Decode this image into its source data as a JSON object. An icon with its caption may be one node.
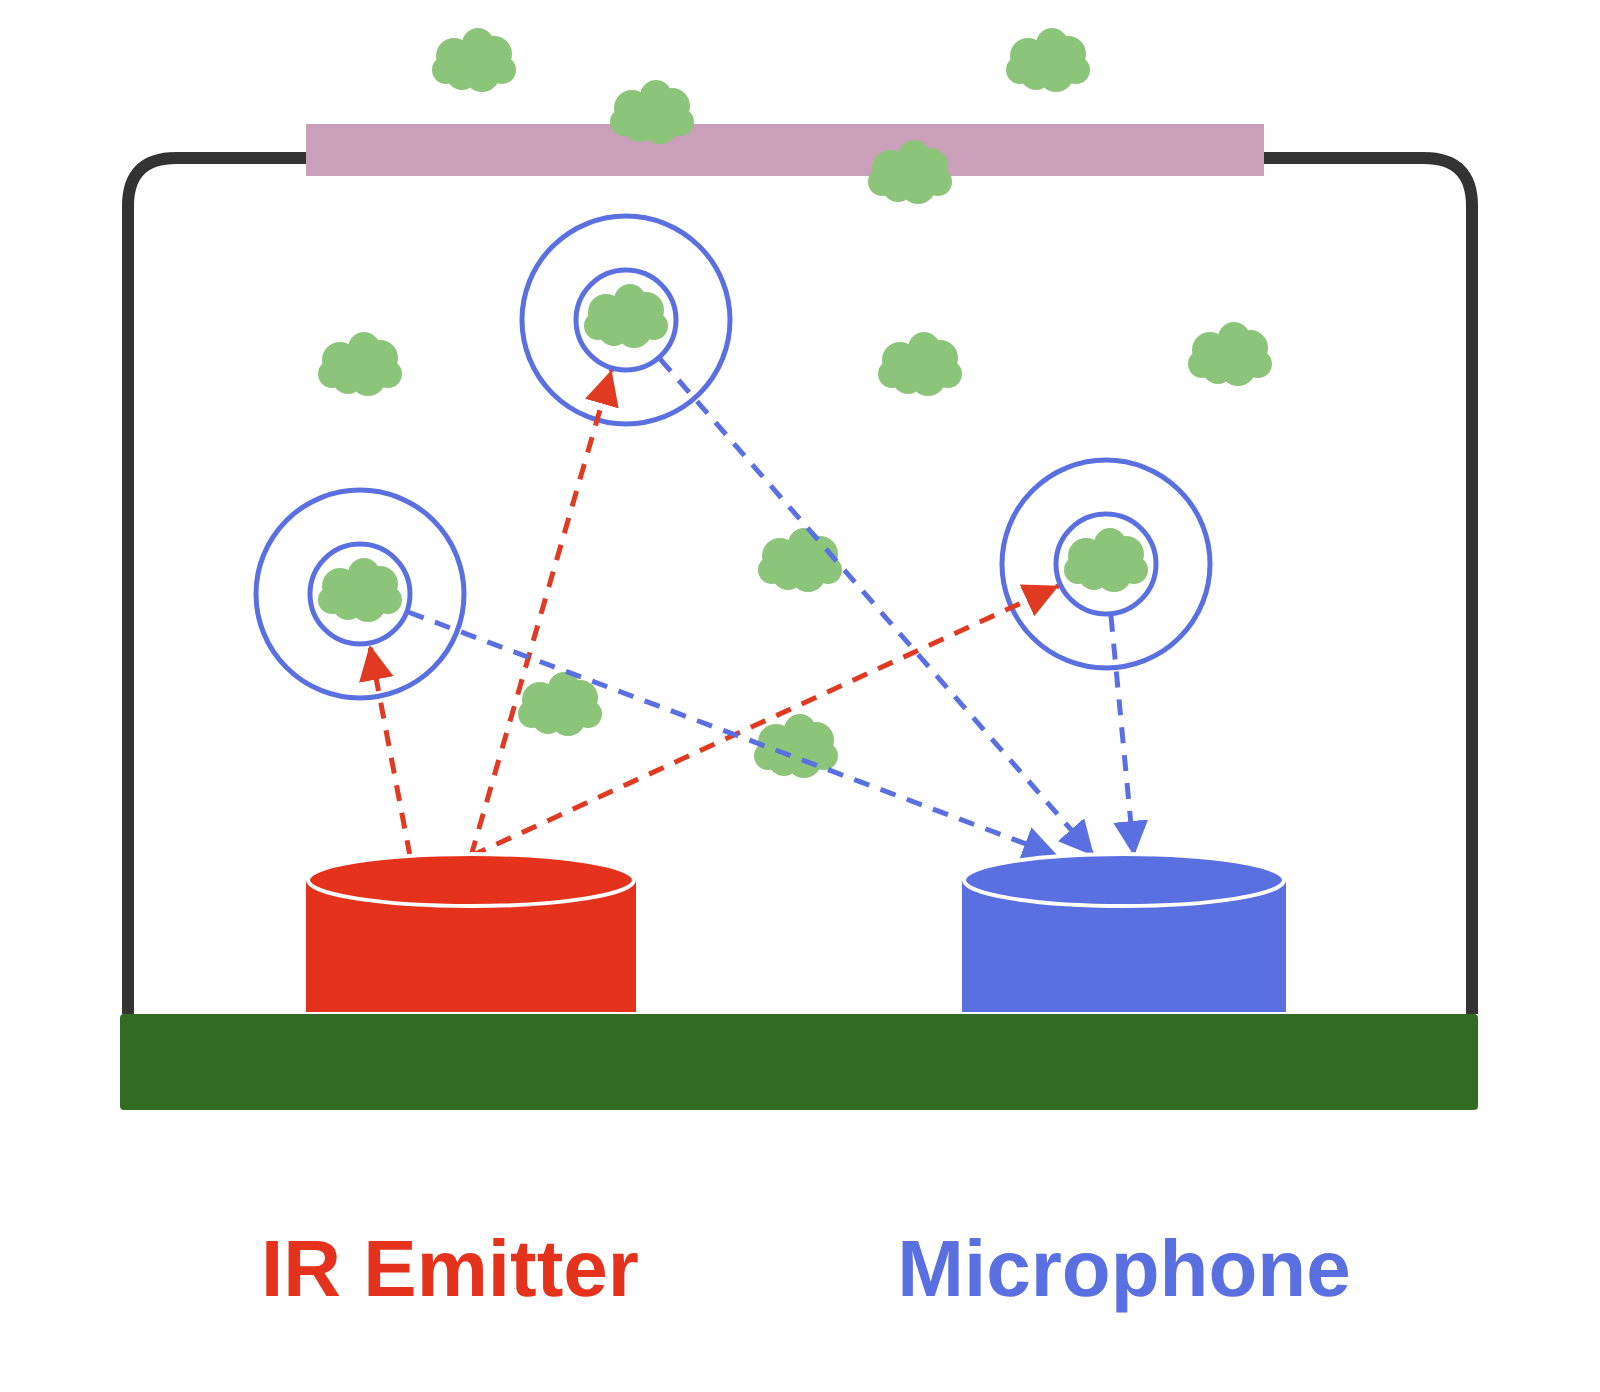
{
  "diagram": {
    "nodes": [
      {
        "text": [],
        "shape": "cylinder",
        "beside": [
          "IR Emitter"
        ]
      },
      {
        "text": [],
        "shape": "cylinder",
        "beside": [
          "Microphone"
        ]
      },
      {
        "text": [],
        "shape": "cloud"
      },
      {
        "text": [],
        "shape": "cloud"
      },
      {
        "text": [],
        "shape": "cloud"
      }
    ],
    "edges": [
      {
        "from": 0,
        "to": 2,
        "arrow": "to",
        "style": "dashed",
        "color": "#e03a22"
      },
      {
        "from": 0,
        "to": 3,
        "arrow": "to",
        "style": "dashed",
        "color": "#e03a22"
      },
      {
        "from": 0,
        "to": 4,
        "arrow": "to",
        "style": "dashed",
        "color": "#e03a22"
      },
      {
        "from": 2,
        "to": 1,
        "arrow": "to",
        "style": "dashed",
        "color": "#5a70e0"
      },
      {
        "from": 3,
        "to": 1,
        "arrow": "to",
        "style": "dashed",
        "color": "#5a70e0"
      },
      {
        "from": 4,
        "to": 1,
        "arrow": "to",
        "style": "dashed",
        "color": "#5a70e0"
      }
    ]
  }
}
